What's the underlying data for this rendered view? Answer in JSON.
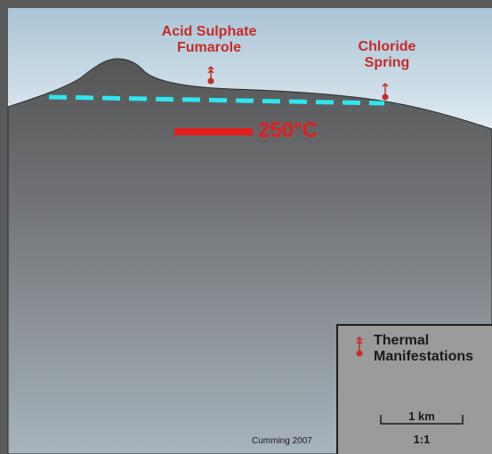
{
  "labels": {
    "fumarole_line1": "Acid Sulphate",
    "fumarole_line2": "Fumarole",
    "spring_line1": "Chloride",
    "spring_line2": "Spring",
    "isotherm": "250°C"
  },
  "legend": {
    "line1": "Thermal",
    "line2": "Manifestations",
    "scale_label": "1 km",
    "scale_ratio": "1:1"
  },
  "credit": "Cumming 2007",
  "colors": {
    "label_red": "#c62a2a",
    "isotherm_red": "#e41e1e",
    "water_table_cyan": "#2ee6f0",
    "sky_top": "#a9c4d6",
    "sky_bottom": "#eef4f8",
    "ground_top": "#555555",
    "ground_bottom": "#a4b0b8",
    "frame": "#5a5a5a"
  },
  "icons": {
    "fumarole_marker": "double-arrow-dot-icon",
    "spring_marker": "arrow-dot-icon",
    "legend_marker": "double-arrow-dot-icon"
  }
}
